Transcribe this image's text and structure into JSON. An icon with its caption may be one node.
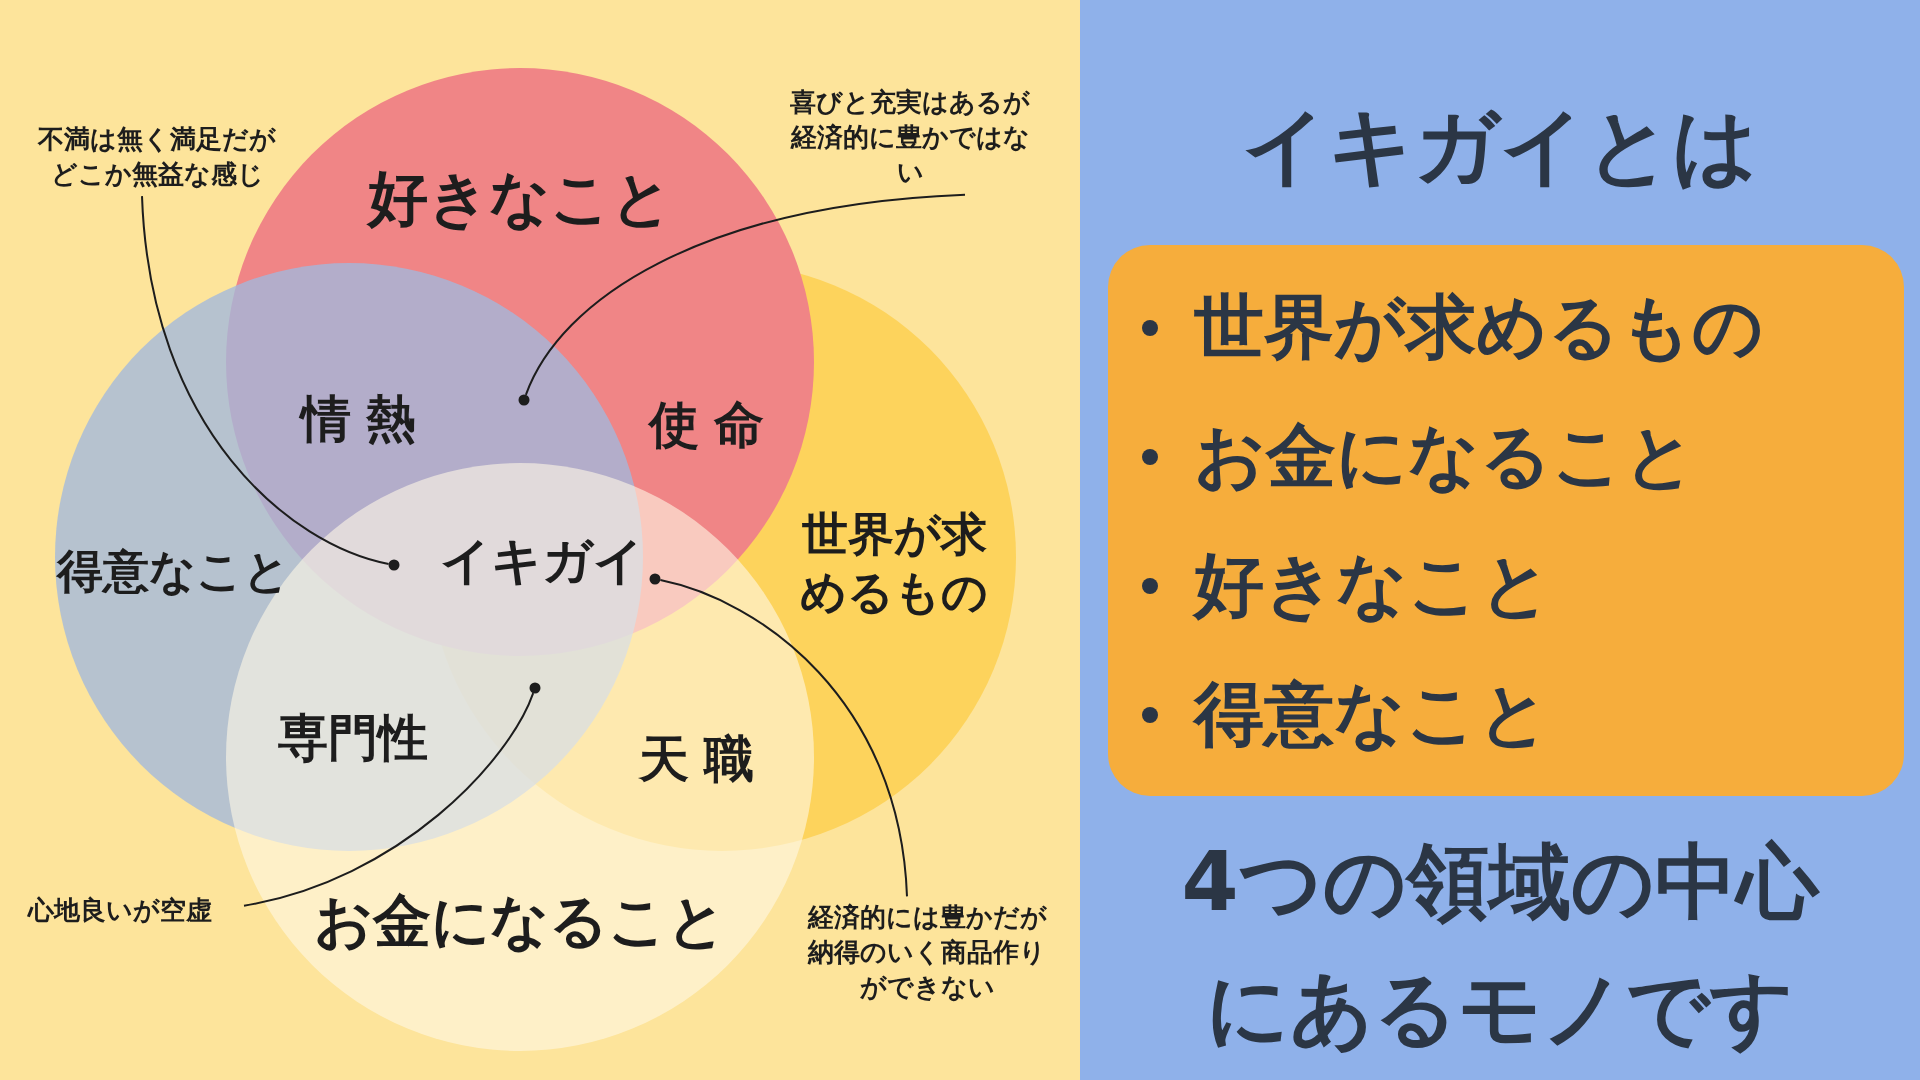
{
  "diagram": {
    "title": "イキガイとは",
    "caption": "4つの領域の中心にあるモノです",
    "nodes": [
      {
        "text": [
          "好きなこと"
        ]
      },
      {
        "text": [
          "得意なこと"
        ]
      },
      {
        "text": [
          "世界が求めるもの"
        ]
      },
      {
        "text": [
          "お金になること"
        ]
      },
      {
        "text": [
          "不満は無く満足だがどこか無益な感じ"
        ]
      },
      {
        "text": [
          "喜びと充実はあるが経済的に豊かではない"
        ]
      },
      {
        "text": [
          "心地良いが空虚"
        ]
      },
      {
        "text": [
          "経済的には豊かだが納得のいく商品作りができない"
        ]
      },
      {
        "text": [],
        "shape": "circle"
      },
      {
        "text": [],
        "shape": "circle"
      },
      {
        "text": [],
        "shape": "circle"
      },
      {
        "text": [],
        "shape": "circle"
      },
      {
        "text": [
          "世界が求めるもの",
          "お金になること",
          "好きなこと",
          "得意なこと"
        ]
      }
    ],
    "edges": [
      {
        "from": 4,
        "to": 8,
        "arrow": "none"
      },
      {
        "from": 5,
        "to": 9,
        "arrow": "none"
      },
      {
        "from": 6,
        "to": 10,
        "arrow": "none"
      },
      {
        "from": 7,
        "to": 11,
        "arrow": "none"
      }
    ],
    "labels": [
      "情熱",
      "使命",
      "イキガイ",
      "専門性",
      "天職"
    ]
  }
}
